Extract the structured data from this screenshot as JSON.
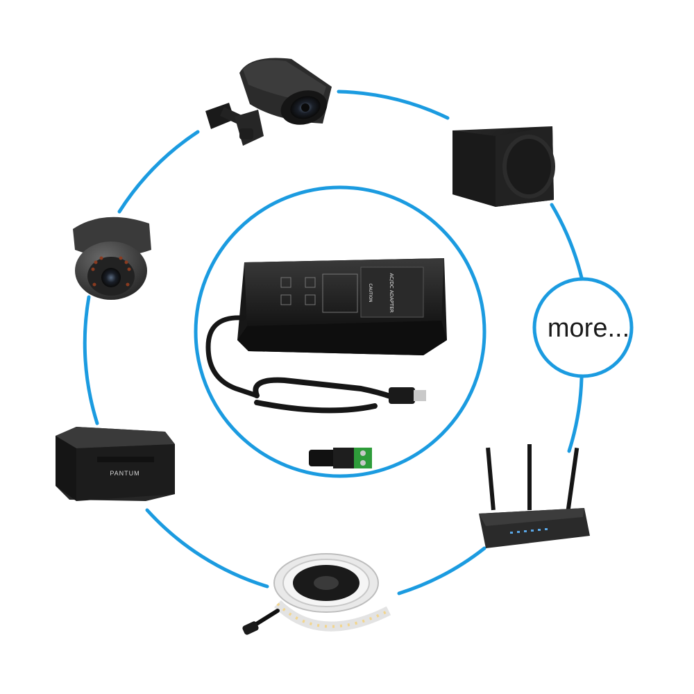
{
  "more_bubble": {
    "label": "more..."
  },
  "devices": [
    {
      "id": "bullet-camera",
      "icon": "bullet-security-camera-icon"
    },
    {
      "id": "speaker",
      "icon": "subwoofer-speaker-icon"
    },
    {
      "id": "dome-camera",
      "icon": "dome-security-camera-icon"
    },
    {
      "id": "printer",
      "icon": "laser-printer-icon",
      "brand": "PANTUM"
    },
    {
      "id": "router",
      "icon": "wifi-router-icon"
    },
    {
      "id": "led-strip",
      "icon": "led-strip-reel-icon"
    }
  ],
  "center": {
    "adapter_icon": "ac-dc-power-adapter-icon",
    "adapter_label": "AC/DC ADAPTER",
    "caution_label": "CAUTION",
    "connector_icon": "dc-barrel-connector-icon"
  },
  "colors": {
    "ring": "#1b9be0",
    "device_dark": "#1e1e1e"
  }
}
